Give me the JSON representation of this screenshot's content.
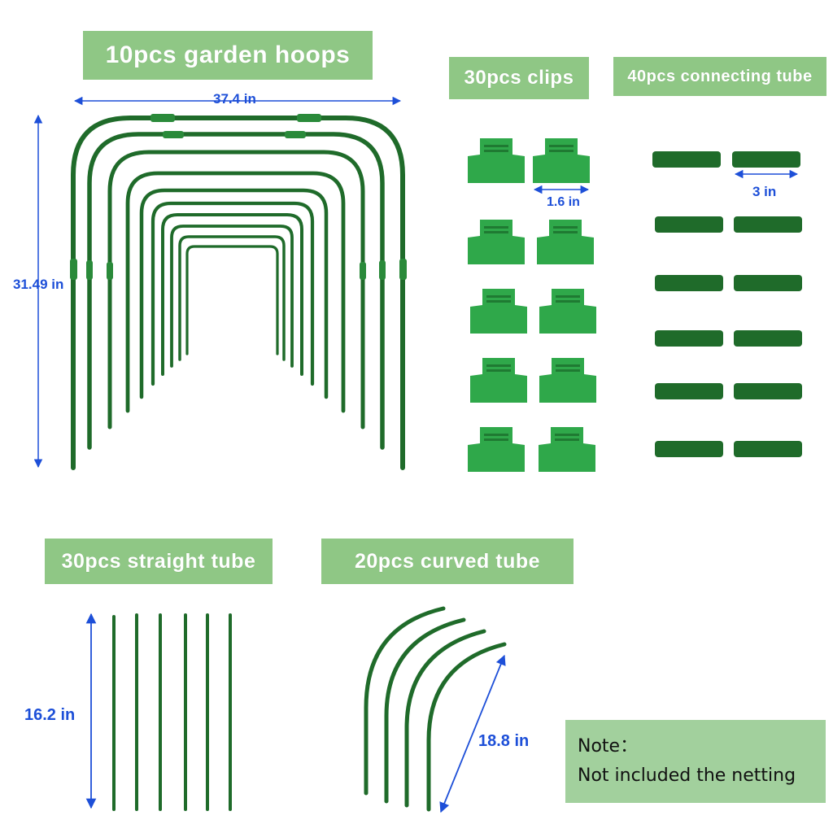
{
  "labels": {
    "hoops": "10pcs garden hoops",
    "clips": "30pcs clips",
    "connecting": "40pcs connecting tube",
    "straight": "30pcs straight tube",
    "curved": "20pcs curved tube"
  },
  "dimensions": {
    "hoop_width": "37.4 in",
    "hoop_height": "31.49 in",
    "clip_width": "1.6 in",
    "connector_length": "3 in",
    "straight_length": "16.2 in",
    "curved_length": "18.8 in"
  },
  "note": {
    "title": "Note：",
    "text": "Not included the netting"
  },
  "colors": {
    "label_bg": "#8fc785",
    "dimension_text": "#1d4fd8",
    "tube_green": "#1f6b2a",
    "clip_green": "#2fa84a"
  }
}
